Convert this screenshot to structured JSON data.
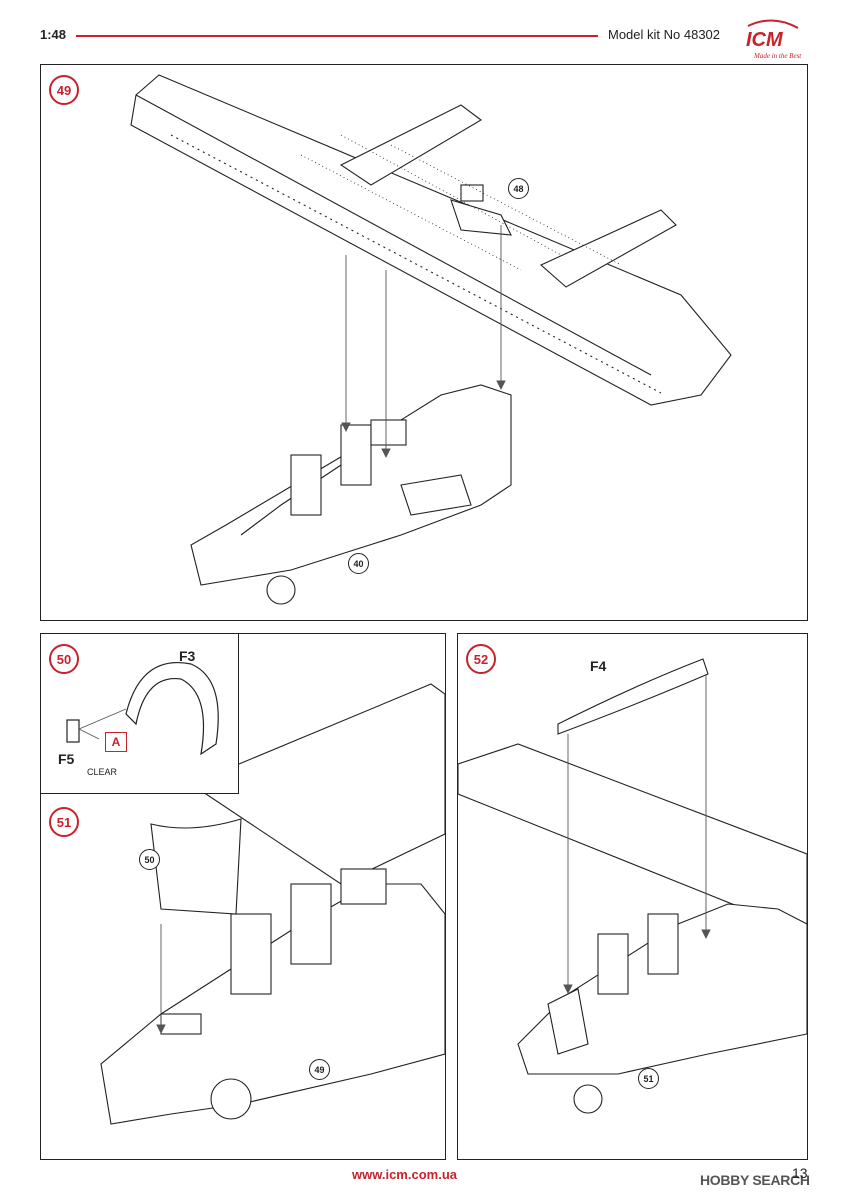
{
  "header": {
    "scale": "1:48",
    "kit": "Model kit No 48302"
  },
  "logo": {
    "brand": "ICM",
    "tagline": "Made in the Best"
  },
  "steps": {
    "s49": "49",
    "s50": "50",
    "s51": "51",
    "s52": "52"
  },
  "refs": {
    "r48": "48",
    "r40": "40",
    "r50": "50",
    "r49": "49",
    "r51": "51"
  },
  "parts": {
    "f3": "F3",
    "f5": "F5",
    "f4": "F4",
    "clear": "CLEAR",
    "a": "A"
  },
  "footer": {
    "url": "www.icm.com.ua",
    "page": "13",
    "watermark": "HOBBY SEARCH"
  },
  "colors": {
    "accent": "#c8222b"
  }
}
